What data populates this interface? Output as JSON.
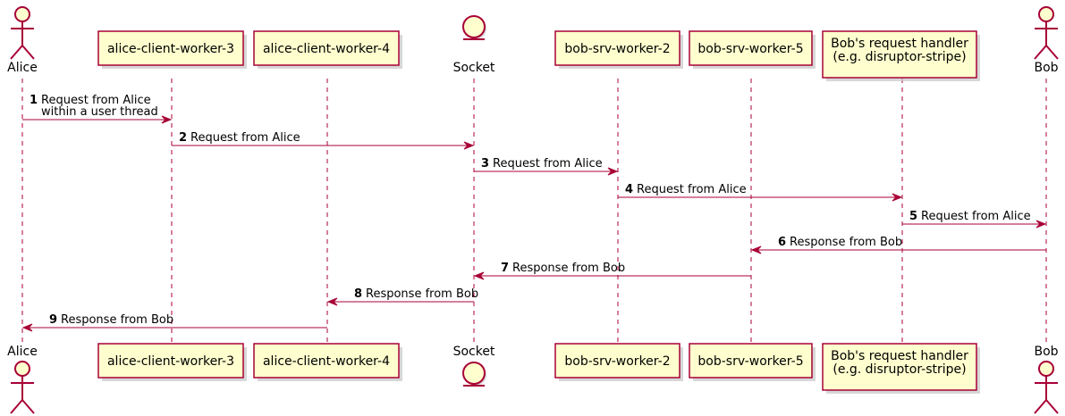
{
  "participants": [
    {
      "id": "alice",
      "kind": "actor",
      "label": [
        "Alice"
      ]
    },
    {
      "id": "acw3",
      "kind": "participant",
      "label": [
        "alice-client-worker-3"
      ]
    },
    {
      "id": "acw4",
      "kind": "participant",
      "label": [
        "alice-client-worker-4"
      ]
    },
    {
      "id": "socket",
      "kind": "entity",
      "label": [
        "Socket"
      ]
    },
    {
      "id": "bsw2",
      "kind": "participant",
      "label": [
        "bob-srv-worker-2"
      ]
    },
    {
      "id": "bsw5",
      "kind": "participant",
      "label": [
        "bob-srv-worker-5"
      ]
    },
    {
      "id": "handler",
      "kind": "participant",
      "label": [
        "Bob's request handler",
        "(e.g. disruptor-stripe)"
      ]
    },
    {
      "id": "bob",
      "kind": "actor",
      "label": [
        "Bob"
      ]
    }
  ],
  "messages": [
    {
      "num": "1",
      "from": "alice",
      "to": "acw3",
      "text": [
        "Request from Alice",
        "within a user thread"
      ]
    },
    {
      "num": "2",
      "from": "acw3",
      "to": "socket",
      "text": [
        "Request from Alice"
      ]
    },
    {
      "num": "3",
      "from": "socket",
      "to": "bsw2",
      "text": [
        "Request from Alice"
      ]
    },
    {
      "num": "4",
      "from": "bsw2",
      "to": "handler",
      "text": [
        "Request from Alice"
      ]
    },
    {
      "num": "5",
      "from": "handler",
      "to": "bob",
      "text": [
        "Request from Alice"
      ]
    },
    {
      "num": "6",
      "from": "bob",
      "to": "bsw5",
      "text": [
        "Response from Bob"
      ]
    },
    {
      "num": "7",
      "from": "bsw5",
      "to": "socket",
      "text": [
        "Response from Bob"
      ]
    },
    {
      "num": "8",
      "from": "socket",
      "to": "acw4",
      "text": [
        "Response from Bob"
      ]
    },
    {
      "num": "9",
      "from": "acw4",
      "to": "alice",
      "text": [
        "Response from Bob"
      ]
    }
  ],
  "colors": {
    "line": "#A80036",
    "fill": "#FEFECE",
    "shadow": "#C6C6C6"
  }
}
